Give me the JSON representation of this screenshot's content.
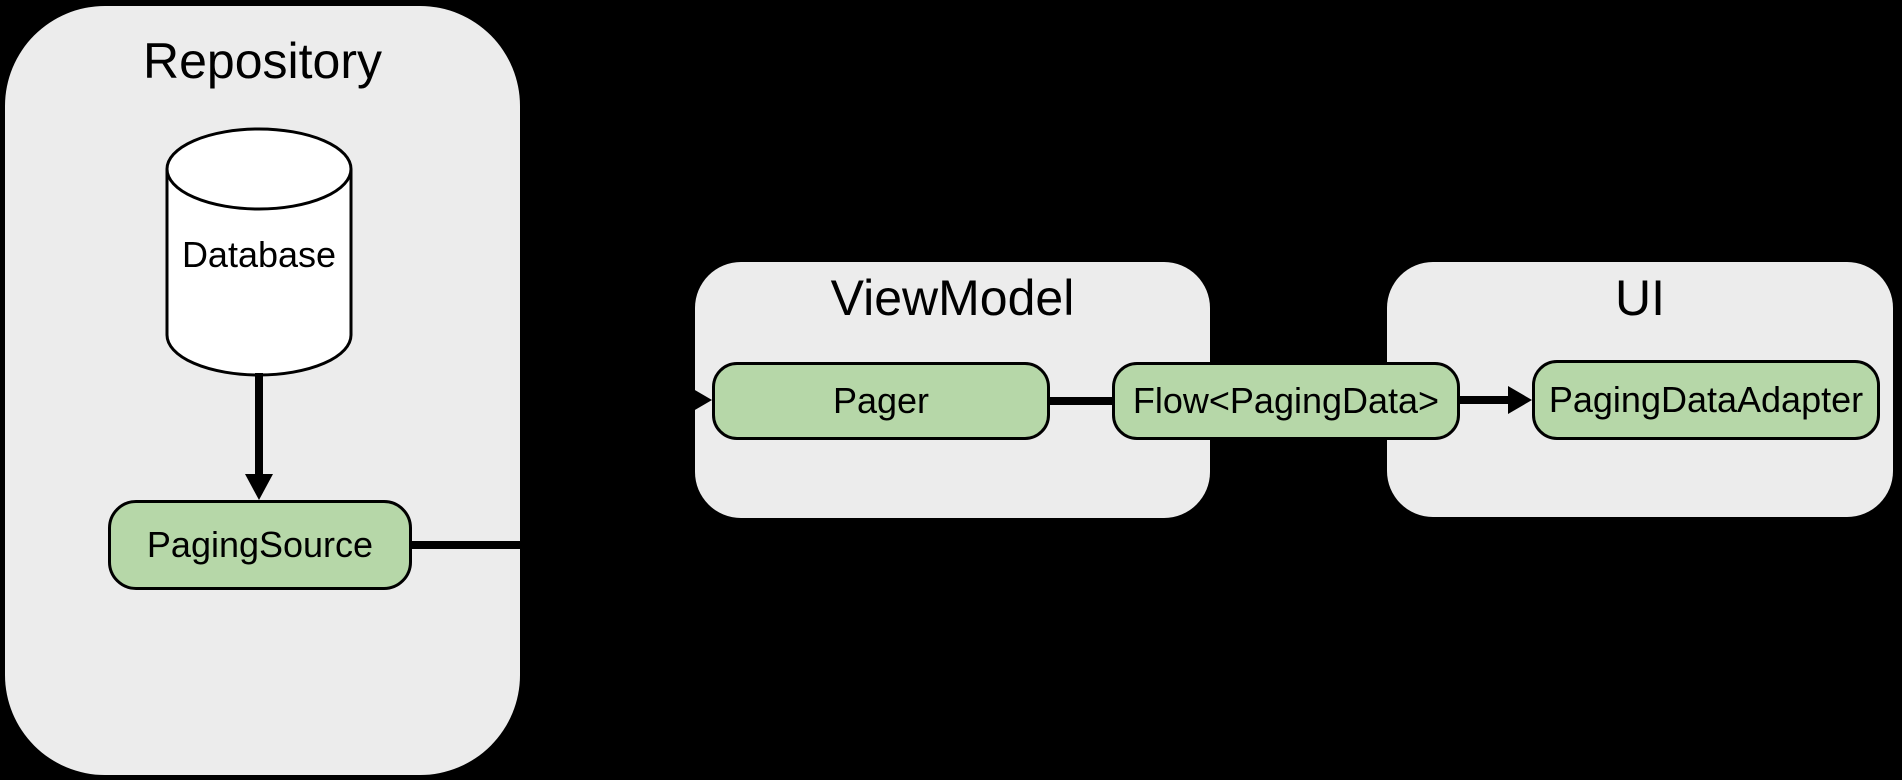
{
  "colors": {
    "background": "#000000",
    "panel_fill": "#ECECEC",
    "node_fill": "#B6D7A8",
    "stroke": "#000000",
    "cylinder_fill": "#FFFFFF",
    "text": "#000000"
  },
  "panels": {
    "repository": {
      "title": "Repository"
    },
    "viewmodel": {
      "title": "ViewModel"
    },
    "ui": {
      "title": "UI"
    }
  },
  "nodes": {
    "database": {
      "label": "Database",
      "shape": "cylinder"
    },
    "paging_source": {
      "label": "PagingSource"
    },
    "pager": {
      "label": "Pager"
    },
    "flow_paging_data": {
      "label": "Flow<PagingData>"
    },
    "paging_data_adapter": {
      "label": "PagingDataAdapter"
    }
  },
  "edges": [
    {
      "from": "database",
      "to": "paging_source",
      "arrow": true
    },
    {
      "from": "paging_source",
      "to": "pager",
      "arrow": true
    },
    {
      "from": "pager",
      "to": "flow_paging_data",
      "arrow": false
    },
    {
      "from": "flow_paging_data",
      "to": "paging_data_adapter",
      "arrow": true
    }
  ]
}
